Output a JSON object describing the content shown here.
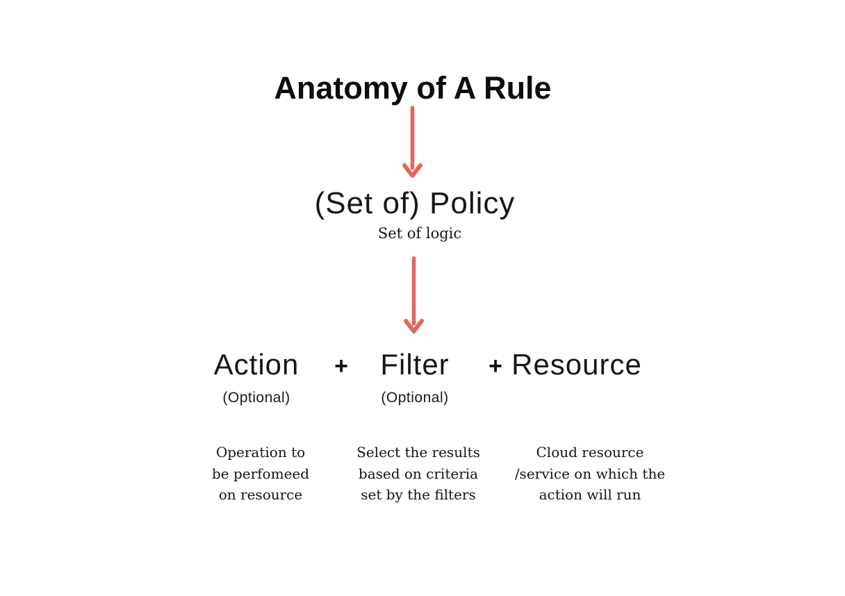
{
  "title": "Anatomy of A Rule",
  "colors": {
    "arrow": "#e5655c",
    "text": "#141414",
    "background": "#ffffff"
  },
  "policy": {
    "heading": "(Set of) Policy",
    "subheading": "Set of logic"
  },
  "plus_sign": "+",
  "components": [
    {
      "label": "Action",
      "optional": "(Optional)",
      "description": "Operation to\nbe perfomeed\non resource"
    },
    {
      "label": "Filter",
      "optional": "(Optional)",
      "description": "Select the results\nbased on criteria\nset by the filters"
    },
    {
      "label": "Resource",
      "optional": "",
      "description": "Cloud resource\n/service on which the\naction will run"
    }
  ]
}
